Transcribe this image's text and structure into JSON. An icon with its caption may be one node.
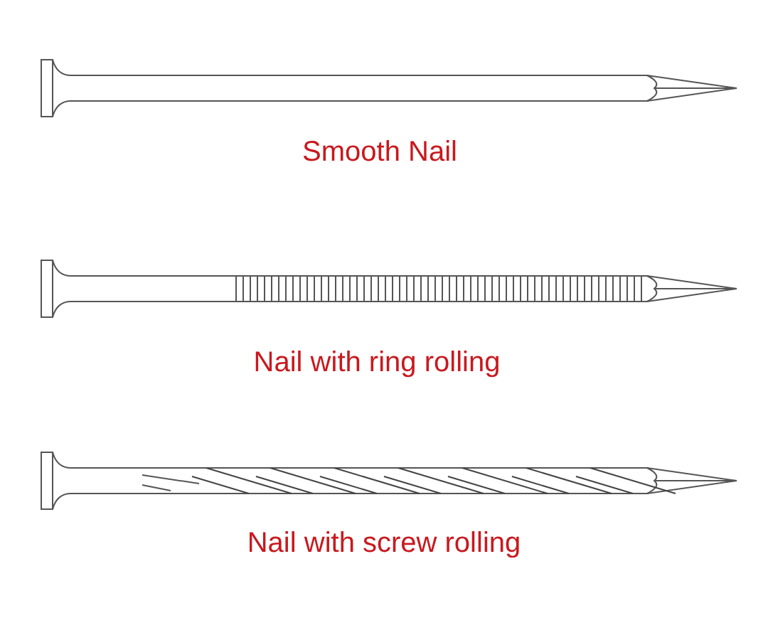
{
  "diagram": {
    "labels": [
      "Smooth Nail",
      "Nail with ring rolling",
      "Nail with screw rolling"
    ]
  }
}
